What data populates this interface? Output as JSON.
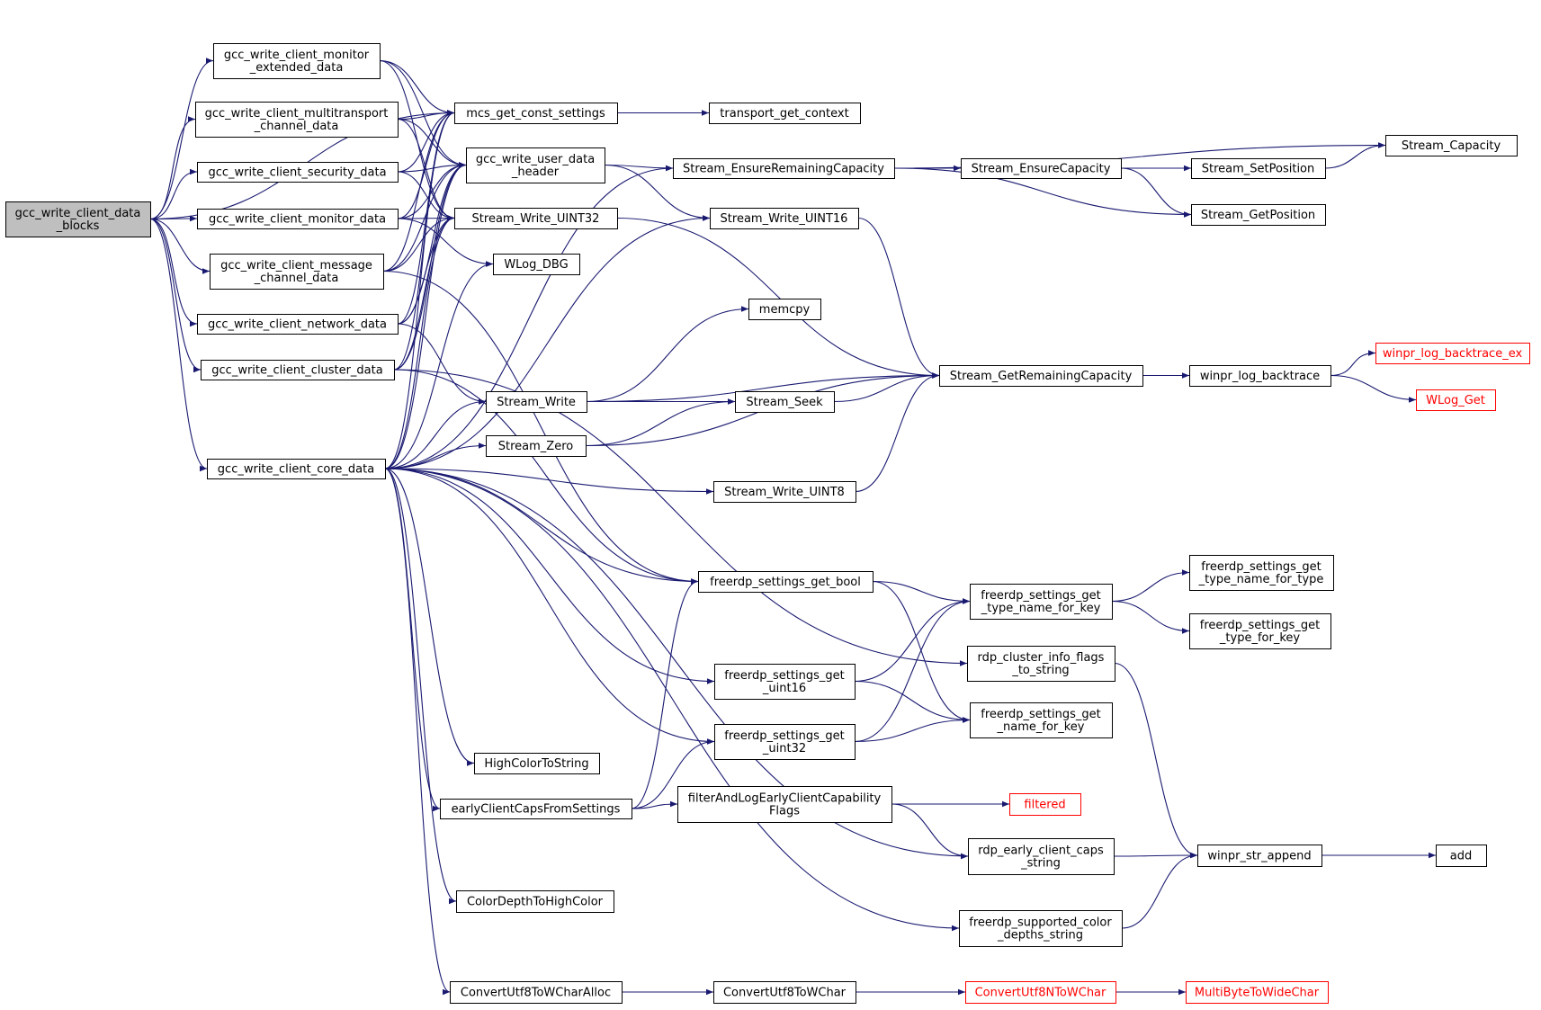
{
  "graph": {
    "nodes": [
      {
        "id": "root",
        "lines": [
          "gcc_write_client_data",
          "_blocks"
        ],
        "style": "root"
      },
      {
        "id": "mon_ext",
        "lines": [
          "gcc_write_client_monitor",
          "_extended_data"
        ]
      },
      {
        "id": "multitransport",
        "lines": [
          "gcc_write_client_multitransport",
          "_channel_data"
        ]
      },
      {
        "id": "security",
        "lines": [
          "gcc_write_client_security_data"
        ]
      },
      {
        "id": "monitor",
        "lines": [
          "gcc_write_client_monitor_data"
        ]
      },
      {
        "id": "message",
        "lines": [
          "gcc_write_client_message",
          "_channel_data"
        ]
      },
      {
        "id": "network",
        "lines": [
          "gcc_write_client_network_data"
        ]
      },
      {
        "id": "cluster",
        "lines": [
          "gcc_write_client_cluster_data"
        ]
      },
      {
        "id": "core",
        "lines": [
          "gcc_write_client_core_data"
        ]
      },
      {
        "id": "mcs",
        "lines": [
          "mcs_get_const_settings"
        ]
      },
      {
        "id": "userhdr",
        "lines": [
          "gcc_write_user_data",
          "_header"
        ]
      },
      {
        "id": "wuint32",
        "lines": [
          "Stream_Write_UINT32"
        ]
      },
      {
        "id": "wlogdbg",
        "lines": [
          "WLog_DBG"
        ]
      },
      {
        "id": "swrite",
        "lines": [
          "Stream_Write"
        ]
      },
      {
        "id": "szero",
        "lines": [
          "Stream_Zero"
        ]
      },
      {
        "id": "transport",
        "lines": [
          "transport_get_context"
        ]
      },
      {
        "id": "ensrem",
        "lines": [
          "Stream_EnsureRemainingCapacity"
        ]
      },
      {
        "id": "wuint16",
        "lines": [
          "Stream_Write_UINT16"
        ]
      },
      {
        "id": "memcpy",
        "lines": [
          "memcpy"
        ]
      },
      {
        "id": "sseek",
        "lines": [
          "Stream_Seek"
        ]
      },
      {
        "id": "wuint8",
        "lines": [
          "Stream_Write_UINT8"
        ]
      },
      {
        "id": "enscap",
        "lines": [
          "Stream_EnsureCapacity"
        ]
      },
      {
        "id": "getrem",
        "lines": [
          "Stream_GetRemainingCapacity"
        ]
      },
      {
        "id": "setpos",
        "lines": [
          "Stream_SetPosition"
        ]
      },
      {
        "id": "getpos",
        "lines": [
          "Stream_GetPosition"
        ]
      },
      {
        "id": "capacity",
        "lines": [
          "Stream_Capacity"
        ]
      },
      {
        "id": "backtrace",
        "lines": [
          "winpr_log_backtrace"
        ]
      },
      {
        "id": "backtrace_ex",
        "lines": [
          "winpr_log_backtrace_ex"
        ],
        "style": "red"
      },
      {
        "id": "wlogget",
        "lines": [
          "WLog_Get"
        ],
        "style": "red"
      },
      {
        "id": "getbool",
        "lines": [
          "freerdp_settings_get_bool"
        ]
      },
      {
        "id": "typename_key",
        "lines": [
          "freerdp_settings_get",
          "_type_name_for_key"
        ]
      },
      {
        "id": "typename_type",
        "lines": [
          "freerdp_settings_get",
          "_type_name_for_type"
        ]
      },
      {
        "id": "typefor_key",
        "lines": [
          "freerdp_settings_get",
          "_type_for_key"
        ]
      },
      {
        "id": "clusterflags",
        "lines": [
          "rdp_cluster_info_flags",
          "_to_string"
        ]
      },
      {
        "id": "getuint16",
        "lines": [
          "freerdp_settings_get",
          "_uint16"
        ]
      },
      {
        "id": "getuint32",
        "lines": [
          "freerdp_settings_get",
          "_uint32"
        ]
      },
      {
        "id": "namefor_key",
        "lines": [
          "freerdp_settings_get",
          "_name_for_key"
        ]
      },
      {
        "id": "highcolor",
        "lines": [
          "HighColorToString"
        ]
      },
      {
        "id": "earlycaps",
        "lines": [
          "earlyClientCapsFromSettings"
        ]
      },
      {
        "id": "filterflags",
        "lines": [
          "filterAndLogEarlyClientCapability",
          "Flags"
        ]
      },
      {
        "id": "filtered",
        "lines": [
          "filtered"
        ],
        "style": "red"
      },
      {
        "id": "earlystr",
        "lines": [
          "rdp_early_client_caps",
          "_string"
        ]
      },
      {
        "id": "strappend",
        "lines": [
          "winpr_str_append"
        ]
      },
      {
        "id": "add",
        "lines": [
          "add"
        ]
      },
      {
        "id": "colordepth",
        "lines": [
          "ColorDepthToHighColor"
        ]
      },
      {
        "id": "supported",
        "lines": [
          "freerdp_supported_color",
          "_depths_string"
        ]
      },
      {
        "id": "convalloc",
        "lines": [
          "ConvertUtf8ToWCharAlloc"
        ]
      },
      {
        "id": "convwchar",
        "lines": [
          "ConvertUtf8ToWChar"
        ]
      },
      {
        "id": "convn",
        "lines": [
          "ConvertUtf8NToWChar"
        ],
        "style": "red"
      },
      {
        "id": "mbtowc",
        "lines": [
          "MultiByteToWideChar"
        ],
        "style": "red"
      }
    ],
    "edges": [
      [
        "root",
        "mon_ext"
      ],
      [
        "root",
        "multitransport"
      ],
      [
        "root",
        "security"
      ],
      [
        "root",
        "monitor"
      ],
      [
        "root",
        "message"
      ],
      [
        "root",
        "network"
      ],
      [
        "root",
        "cluster"
      ],
      [
        "root",
        "core"
      ],
      [
        "root",
        "mcs"
      ],
      [
        "mon_ext",
        "mcs"
      ],
      [
        "mon_ext",
        "userhdr"
      ],
      [
        "mon_ext",
        "wuint32"
      ],
      [
        "multitransport",
        "mcs"
      ],
      [
        "multitransport",
        "userhdr"
      ],
      [
        "multitransport",
        "wuint32"
      ],
      [
        "security",
        "mcs"
      ],
      [
        "security",
        "userhdr"
      ],
      [
        "security",
        "wuint32"
      ],
      [
        "monitor",
        "mcs"
      ],
      [
        "monitor",
        "userhdr"
      ],
      [
        "monitor",
        "wuint32"
      ],
      [
        "monitor",
        "wlogdbg"
      ],
      [
        "message",
        "mcs"
      ],
      [
        "message",
        "userhdr"
      ],
      [
        "message",
        "wuint32"
      ],
      [
        "message",
        "getbool"
      ],
      [
        "network",
        "mcs"
      ],
      [
        "network",
        "userhdr"
      ],
      [
        "network",
        "wuint32"
      ],
      [
        "network",
        "swrite"
      ],
      [
        "cluster",
        "mcs"
      ],
      [
        "cluster",
        "userhdr"
      ],
      [
        "cluster",
        "wuint32"
      ],
      [
        "cluster",
        "getbool"
      ],
      [
        "cluster",
        "clusterflags"
      ],
      [
        "core",
        "mcs"
      ],
      [
        "core",
        "userhdr"
      ],
      [
        "core",
        "wuint32"
      ],
      [
        "core",
        "wlogdbg"
      ],
      [
        "core",
        "ensrem"
      ],
      [
        "core",
        "wuint16"
      ],
      [
        "core",
        "swrite"
      ],
      [
        "core",
        "szero"
      ],
      [
        "core",
        "wuint8"
      ],
      [
        "core",
        "getbool"
      ],
      [
        "core",
        "getuint16"
      ],
      [
        "core",
        "getuint32"
      ],
      [
        "core",
        "highcolor"
      ],
      [
        "core",
        "earlycaps"
      ],
      [
        "core",
        "earlystr"
      ],
      [
        "core",
        "colordepth"
      ],
      [
        "core",
        "supported"
      ],
      [
        "core",
        "convalloc"
      ],
      [
        "mcs",
        "transport"
      ],
      [
        "userhdr",
        "ensrem"
      ],
      [
        "userhdr",
        "wuint16"
      ],
      [
        "wuint32",
        "getrem"
      ],
      [
        "ensrem",
        "capacity"
      ],
      [
        "ensrem",
        "enscap"
      ],
      [
        "ensrem",
        "getpos"
      ],
      [
        "enscap",
        "setpos"
      ],
      [
        "enscap",
        "getpos"
      ],
      [
        "setpos",
        "capacity"
      ],
      [
        "wuint16",
        "getrem"
      ],
      [
        "swrite",
        "memcpy"
      ],
      [
        "swrite",
        "getrem"
      ],
      [
        "swrite",
        "sseek"
      ],
      [
        "szero",
        "sseek"
      ],
      [
        "szero",
        "getrem"
      ],
      [
        "sseek",
        "getrem"
      ],
      [
        "wuint8",
        "getrem"
      ],
      [
        "getrem",
        "backtrace"
      ],
      [
        "backtrace",
        "backtrace_ex"
      ],
      [
        "backtrace",
        "wlogget"
      ],
      [
        "getbool",
        "typename_key"
      ],
      [
        "getbool",
        "namefor_key"
      ],
      [
        "typename_key",
        "typename_type"
      ],
      [
        "typename_key",
        "typefor_key"
      ],
      [
        "getuint16",
        "typename_key"
      ],
      [
        "getuint16",
        "namefor_key"
      ],
      [
        "getuint32",
        "typename_key"
      ],
      [
        "getuint32",
        "namefor_key"
      ],
      [
        "clusterflags",
        "strappend"
      ],
      [
        "earlycaps",
        "getbool"
      ],
      [
        "earlycaps",
        "getuint32"
      ],
      [
        "earlycaps",
        "filterflags"
      ],
      [
        "filterflags",
        "filtered"
      ],
      [
        "filterflags",
        "earlystr"
      ],
      [
        "earlystr",
        "strappend"
      ],
      [
        "strappend",
        "add"
      ],
      [
        "supported",
        "strappend"
      ],
      [
        "convalloc",
        "convwchar"
      ],
      [
        "convwchar",
        "convn"
      ],
      [
        "convn",
        "mbtowc"
      ]
    ]
  }
}
